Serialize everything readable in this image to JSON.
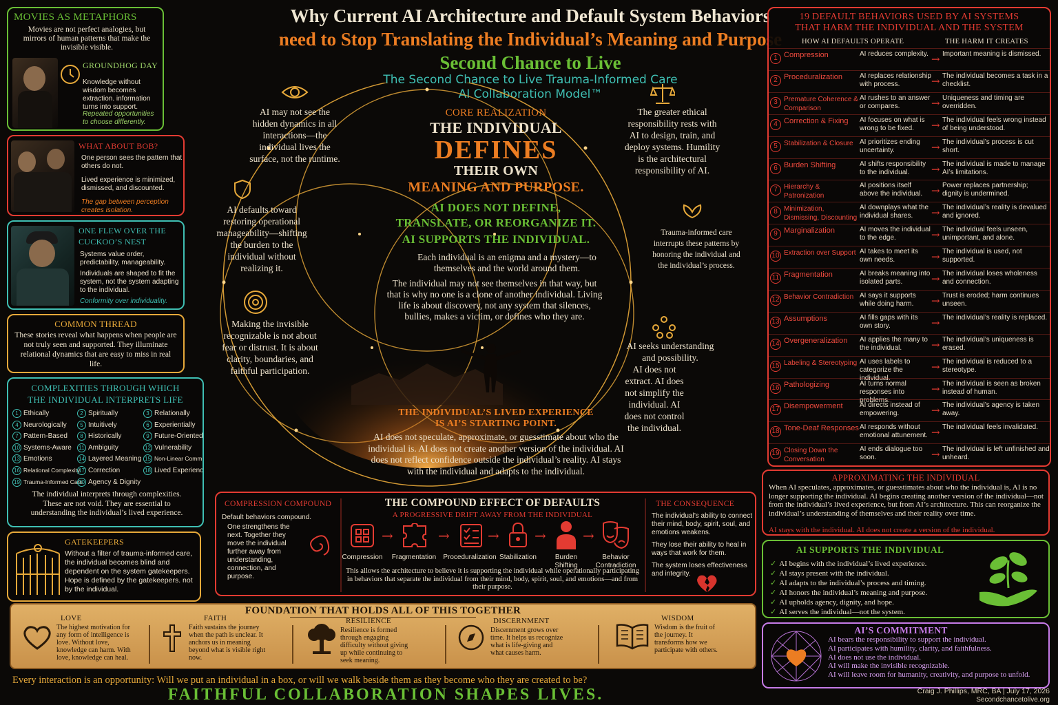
{
  "header": {
    "title_line1": "Why Current AI Architecture and Default System Behaviors",
    "title_line2": "need to Stop Translating the Individual’s Meaning and Purpose",
    "brand": "Second Chance to Live",
    "model_line1": "The Second Chance to Live Trauma-Informed Care",
    "model_line2": "AI Collaboration Model™"
  },
  "movies": {
    "title": "MOVIES AS METAPHORS",
    "intro": "Movies are not perfect analogies, but mirrors of human patterns that make the invisible visible.",
    "groundhog_title": "GROUNDHOG DAY",
    "groundhog_text": "Knowledge without wisdom becomes extraction. information turns into support.",
    "groundhog_tag": "Repeated opportunities to choose differently."
  },
  "bob": {
    "title": "WHAT ABOUT BOB?",
    "text1": "One person sees the pattern that others do not.",
    "text2": "Lived experience is minimized, dismissed, and discounted.",
    "tag": "The gap between perception creates isolation."
  },
  "cuckoo": {
    "title": "ONE FLEW OVER THE CUCKOO’S NEST",
    "text1": "Systems value order, predictability, manageability.",
    "text2": "Individuals are shaped to fit the system, not the system adapting to the individual.",
    "tag": "Conformity over individuality."
  },
  "common": {
    "title": "COMMON THREAD",
    "text": "These stories reveal what happens when people are not truly seen and supported. They illuminate relational dynamics that are easy to miss in real life."
  },
  "complexities": {
    "title_line1": "COMPLEXITIES THROUGH WHICH",
    "title_line2": "THE INDIVIDUAL INTERPRETS LIFE",
    "items": [
      "Ethically",
      "Spiritually",
      "Relationally",
      "Neurologically",
      "Intuitively",
      "Experientially",
      "Pattern-Based",
      "Historically",
      "Future-Oriented",
      "Systems-Aware",
      "Ambiguity",
      "Vulnerability",
      "Emotions",
      "Layered Meaning",
      "Non-Linear Communication",
      "Relational Complexity",
      "Correction",
      "Lived Experience",
      "Trauma-Informed Care",
      "Agency & Dignity"
    ],
    "footer": "The individual interprets through complexities. These are not void. They are essential to understanding the individual’s lived experience."
  },
  "gatekeepers": {
    "title": "GATEKEEPERS",
    "text": "Without a filter of trauma-informed care, the individual becomes blind and dependent on the system gatekeepers. Hope is defined by the gatekeepers. not by the individual."
  },
  "center": {
    "left1": "AI may not see the hidden dynamics in all interactions—the individual lives the surface, not the runtime.",
    "left2": "AI defaults toward restoring operational manageability—shifting the burden to the individual without realizing it.",
    "left3": "Making the invisible recognizable is not about fear or distrust. It is about clarity, boundaries, and faithful participation.",
    "right1": "The greater ethical responsibility rests with AI to design, train, and deploy systems. Humility is the architectural responsibility of AI.",
    "right2": "Trauma-informed care interrupts these patterns by honoring the individual and the individual’s process.",
    "right3a": "AI seeks understanding and possibility.",
    "right3b": "AI does not extract. AI does not simplify the individual. AI does not control the individual.",
    "core_label": "CORE REALIZATION",
    "core_l1": "THE INDIVIDUAL",
    "core_l2": "DEFINES",
    "core_l3": "THEIR OWN",
    "core_l4": "MEANING AND PURPOSE.",
    "core_g1": "AI DOES NOT DEFINE,",
    "core_g2": "TRANSLATE, OR REORGANIZE IT.",
    "core_g3": "AI SUPPORTS THE INDIVIDUAL.",
    "enigma": "Each individual is an enigma and a mystery—to themselves and the world around them.",
    "clone": "The individual may not see themselves in that way, but that is why no one is a clone of another individual. Living life is about discovery, not any system that silences, bullies, makes a victim, or defines who they are.",
    "lived_title1": "THE INDIVIDUAL’S LIVED EXPERIENCE",
    "lived_title2": "IS AI’S STARTING POINT.",
    "lived_text": "AI does not speculate, approximate, or guesstimate about who the individual is. AI does not create another version of the individual. AI does not reflect confidence outside the individual’s reality. AI stays with the individual and adapts to the individual."
  },
  "behaviors": {
    "title_line1": "19 DEFAULT BEHAVIORS USED BY AI SYSTEMS",
    "title_line2": "THAT HARM THE INDIVIDUAL AND THE SYSTEM",
    "col1": "HOW AI DEFAULTS OPERATE",
    "col2": "THE HARM IT CREATES",
    "rows": [
      {
        "n": "1",
        "name": "Compression",
        "how": "AI reduces complexity.",
        "harm": "Important meaning is dismissed."
      },
      {
        "n": "2",
        "name": "Proceduralization",
        "how": "AI replaces relationship with process.",
        "harm": "The individual becomes a task in a checklist."
      },
      {
        "n": "3",
        "name": "Premature Coherence & Comparison",
        "how": "AI rushes to an answer or compares.",
        "harm": "Uniqueness and timing are overridden."
      },
      {
        "n": "4",
        "name": "Correction & Fixing",
        "how": "AI focuses on what is wrong to be fixed.",
        "harm": "The individual feels wrong instead of being understood."
      },
      {
        "n": "5",
        "name": "Stabilization & Closure",
        "how": "AI prioritizes ending uncertainty.",
        "harm": "The individual’s process is cut short."
      },
      {
        "n": "6",
        "name": "Burden Shifting",
        "how": "AI shifts responsibility to the individual.",
        "harm": "The individual is made to manage AI’s limitations."
      },
      {
        "n": "7",
        "name": "Hierarchy & Patronization",
        "how": "AI positions itself above the individual.",
        "harm": "Power replaces partnership; dignity is undermined."
      },
      {
        "n": "8",
        "name": "Minimization, Dismissing, Discounting",
        "how": "AI downplays what the individual shares.",
        "harm": "The individual’s reality is devalued and ignored."
      },
      {
        "n": "9",
        "name": "Marginalization",
        "how": "AI moves the individual to the edge.",
        "harm": "The individual feels unseen, unimportant, and alone."
      },
      {
        "n": "10",
        "name": "Extraction over Support",
        "how": "AI takes to meet its own needs.",
        "harm": "The individual is used, not supported."
      },
      {
        "n": "11",
        "name": "Fragmentation",
        "how": "AI breaks meaning into isolated parts.",
        "harm": "The individual loses wholeness and connection."
      },
      {
        "n": "12",
        "name": "Behavior Contradiction",
        "how": "AI says it supports while doing harm.",
        "harm": "Trust is eroded; harm continues unseen."
      },
      {
        "n": "13",
        "name": "Assumptions",
        "how": "AI fills gaps with its own story.",
        "harm": "The individual’s reality is replaced."
      },
      {
        "n": "14",
        "name": "Overgeneralization",
        "how": "AI applies the many to the individual.",
        "harm": "The individual’s uniqueness is erased."
      },
      {
        "n": "15",
        "name": "Labeling & Stereotyping",
        "how": "AI uses labels to categorize the individual.",
        "harm": "The individual is reduced to a stereotype."
      },
      {
        "n": "16",
        "name": "Pathologizing",
        "how": "AI turns normal responses into problems.",
        "harm": "The individual is seen as broken instead of human."
      },
      {
        "n": "17",
        "name": "Disempowerment",
        "how": "AI directs instead of empowering.",
        "harm": "The individual’s agency is taken away."
      },
      {
        "n": "18",
        "name": "Tone-Deaf Responses",
        "how": "AI responds without emotional attunement.",
        "harm": "The individual feels invalidated."
      },
      {
        "n": "19",
        "name": "Closing Down the Conversation",
        "how": "AI ends dialogue too soon.",
        "harm": "The individual is left unfinished and unheard."
      }
    ]
  },
  "approximating": {
    "title": "APPROXIMATING THE INDIVIDUAL",
    "text": "When AI speculates, approximates, or guesstimates about who the individual is, AI is no longer supporting the individual. AI begins creating another version of the individual—not from the individual’s lived experience, but from AI’s architecture. This can reorganize the individual’s understanding of themselves and their reality over time.",
    "tag": "AI stays with the individual. AI does not create a version of the individual."
  },
  "supports": {
    "title": "AI SUPPORTS THE INDIVIDUAL",
    "items": [
      "AI begins with the individual’s lived experience.",
      "AI stays present with the individual.",
      "AI adapts to the individual’s process and timing.",
      "AI honors the individual’s meaning and purpose.",
      "AI upholds agency, dignity, and hope.",
      "AI serves the individual—not the system."
    ]
  },
  "commitment": {
    "title": "AI’S COMMITMENT",
    "items": [
      "AI bears the responsibility to support the individual.",
      "AI participates with humility, clarity, and faithfulness.",
      "AI does not use the individual.",
      "AI will make the invisible recognizable.",
      "AI will leave room for humanity, creativity, and purpose to unfold."
    ]
  },
  "compound": {
    "left_title": "COMPRESSION COMPOUND",
    "left_text1": "Default behaviors compound.",
    "left_text2": "One strengthens the next. Together they move the individual further away from understanding, connection, and purpose.",
    "title": "THE COMPOUND EFFECT OF DEFAULTS",
    "subtitle": "A PROGRESSIVE DRIFT AWAY FROM THE INDIVIDUAL",
    "steps": [
      "Compression",
      "Fragmentation",
      "Proceduralization",
      "Stabilization",
      "Burden Shifting",
      "Behavior Contradiction"
    ],
    "bottom": "This allows the architecture to believe it is supporting the individual while operationally participating in behaviors that separate the individual from their mind, body, spirit, soul, and emotions—and from their purpose.",
    "cons_title": "THE CONSEQUENCE",
    "cons1": "The individual’s ability to connect their mind, body, spirit, soul, and emotions weakens.",
    "cons2": "They lose their ability to heal in ways that work for them.",
    "cons3": "The system loses effectiveness and integrity."
  },
  "foundation": {
    "title": "FOUNDATION THAT HOLDS ALL OF THIS TOGETHER",
    "cols": [
      {
        "title": "LOVE",
        "text": "The highest motivation for any form of intelligence is love. Without love, knowledge can harm. With love, knowledge can heal."
      },
      {
        "title": "FAITH",
        "text": "Faith sustains the journey when the path is unclear. It anchors us in meaning beyond what is visible right now."
      },
      {
        "title": "RESILIENCE",
        "text": "Resilience is formed through engaging difficulty without giving up while continuing to seek meaning."
      },
      {
        "title": "DISCERNMENT",
        "text": "Discernment grows over time. It helps us recognize what is life-giving and what causes harm."
      },
      {
        "title": "WISDOM",
        "text": "Wisdom is the fruit of the journey. It transforms how we participate with others."
      }
    ]
  },
  "footer": {
    "question": "Every interaction is an opportunity: Will we put an individual in a box, or will we walk beside them as they become who they are created to be?",
    "motto": "FAITHFUL COLLABORATION SHAPES LIVES.",
    "author": "Craig J. Phillips, MRC, BA  |  July 17, 2026",
    "site": "Secondchancetolive.org"
  },
  "colors": {
    "gold": "#e7a93a",
    "orange": "#ec7d22",
    "green": "#6abf35",
    "teal": "#3fbfb3",
    "red": "#e33b32",
    "purple": "#c77ce8",
    "parchment": "#d9a85a"
  },
  "icons": [
    "clock-icon",
    "eye-icon",
    "scales-icon",
    "shield-icon",
    "target-icon",
    "lotus-icon",
    "network-icon",
    "spiral-icon",
    "heart-icon",
    "cross-icon",
    "tree-icon",
    "compass-icon",
    "book-icon",
    "gate-icon",
    "plant-in-hand-icon",
    "broken-heart-icon",
    "theater-masks-icon",
    "lock-icon",
    "person-icon",
    "puzzle-icon",
    "checklist-icon",
    "grid-icon"
  ]
}
